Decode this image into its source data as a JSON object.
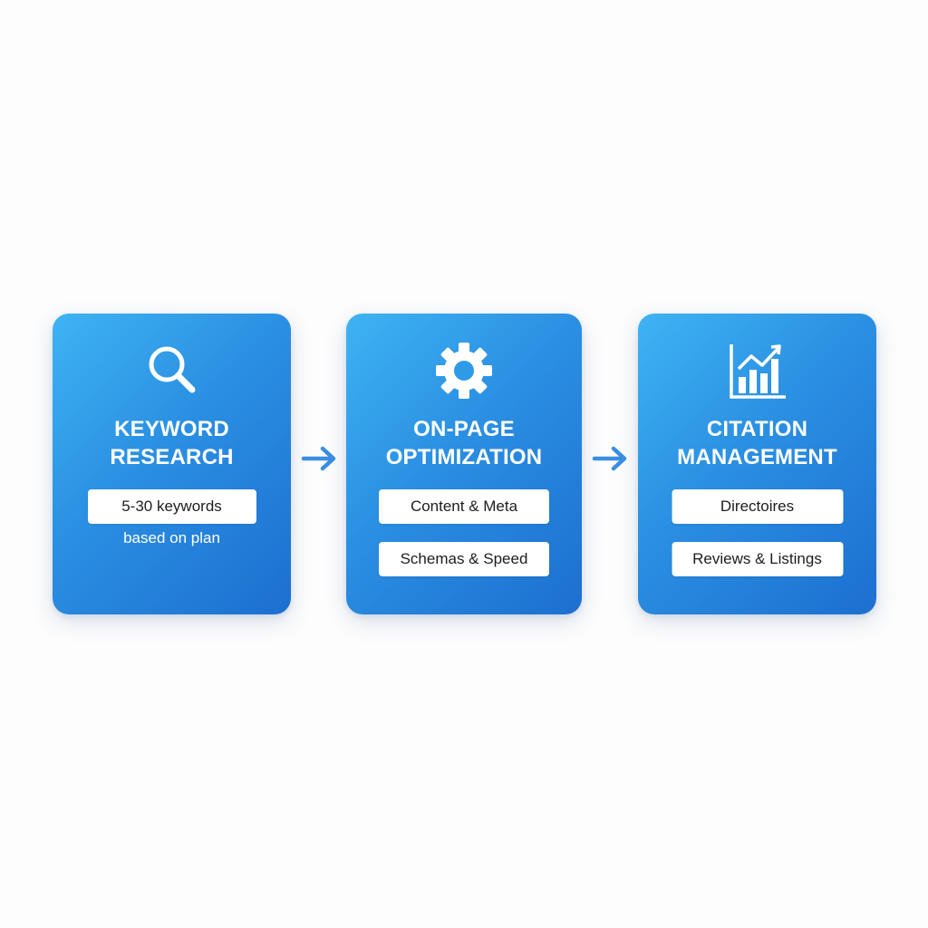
{
  "colors": {
    "background": "#fdfdfd",
    "card_gradient_start": "#3fb3f4",
    "card_gradient_end": "#1d6fd0",
    "arrow": "#3a8ee3",
    "pill_background": "#ffffff",
    "pill_text": "#1d1d1f"
  },
  "steps": [
    {
      "icon": "magnifying-glass-icon",
      "title_line1": "KEYWORD",
      "title_line2": "RESEARCH",
      "pills": [
        "5-30 keywords"
      ],
      "subtext": "based on plan"
    },
    {
      "icon": "gear-icon",
      "title_line1": "ON-PAGE",
      "title_line2": "OPTIMIZATION",
      "pills": [
        "Content & Meta",
        "Schemas & Speed"
      ]
    },
    {
      "icon": "bar-chart-trend-icon",
      "title_line1": "CITATION",
      "title_line2": "MANAGEMENT",
      "pills": [
        "Directoires",
        "Reviews & Listings"
      ]
    }
  ],
  "connectors": [
    {
      "icon": "arrow-right-icon"
    },
    {
      "icon": "arrow-right-icon"
    }
  ]
}
